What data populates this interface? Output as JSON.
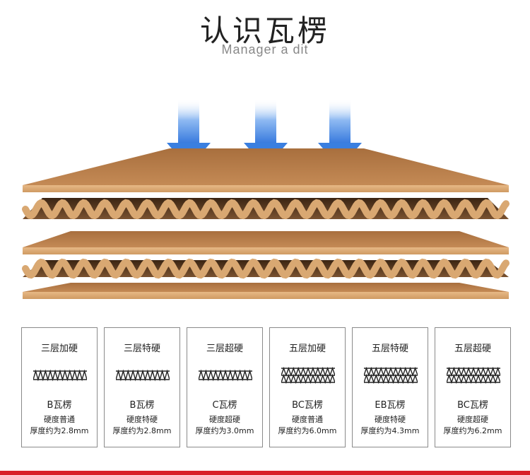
{
  "header": {
    "title": "认识瓦楞",
    "subtitle": "Manager a dit"
  },
  "colors": {
    "kraft_light": "#d9a872",
    "kraft_mid": "#b07c4a",
    "kraft_dark": "#5b3a1f",
    "arrow_blue": "#3a7fe0",
    "accent_red": "#d81e28"
  },
  "cards": [
    {
      "type": "三层加硬",
      "flute": "single",
      "name": "B瓦楞",
      "hardness": "硬度普通",
      "thickness": "厚度约为2.8mm"
    },
    {
      "type": "三层特硬",
      "flute": "single",
      "name": "B瓦楞",
      "hardness": "硬度特硬",
      "thickness": "厚度约为2.8mm"
    },
    {
      "type": "三层超硬",
      "flute": "single",
      "name": "C瓦楞",
      "hardness": "硬度超硬",
      "thickness": "厚度约为3.0mm"
    },
    {
      "type": "五层加硬",
      "flute": "double",
      "name": "BC瓦楞",
      "hardness": "硬度普通",
      "thickness": "厚度约为6.0mm"
    },
    {
      "type": "五层特硬",
      "flute": "double",
      "name": "EB瓦楞",
      "hardness": "硬度特硬",
      "thickness": "厚度约为4.3mm"
    },
    {
      "type": "五层超硬",
      "flute": "double",
      "name": "BC瓦楞",
      "hardness": "硬度超硬",
      "thickness": "厚度约为6.2mm"
    }
  ]
}
